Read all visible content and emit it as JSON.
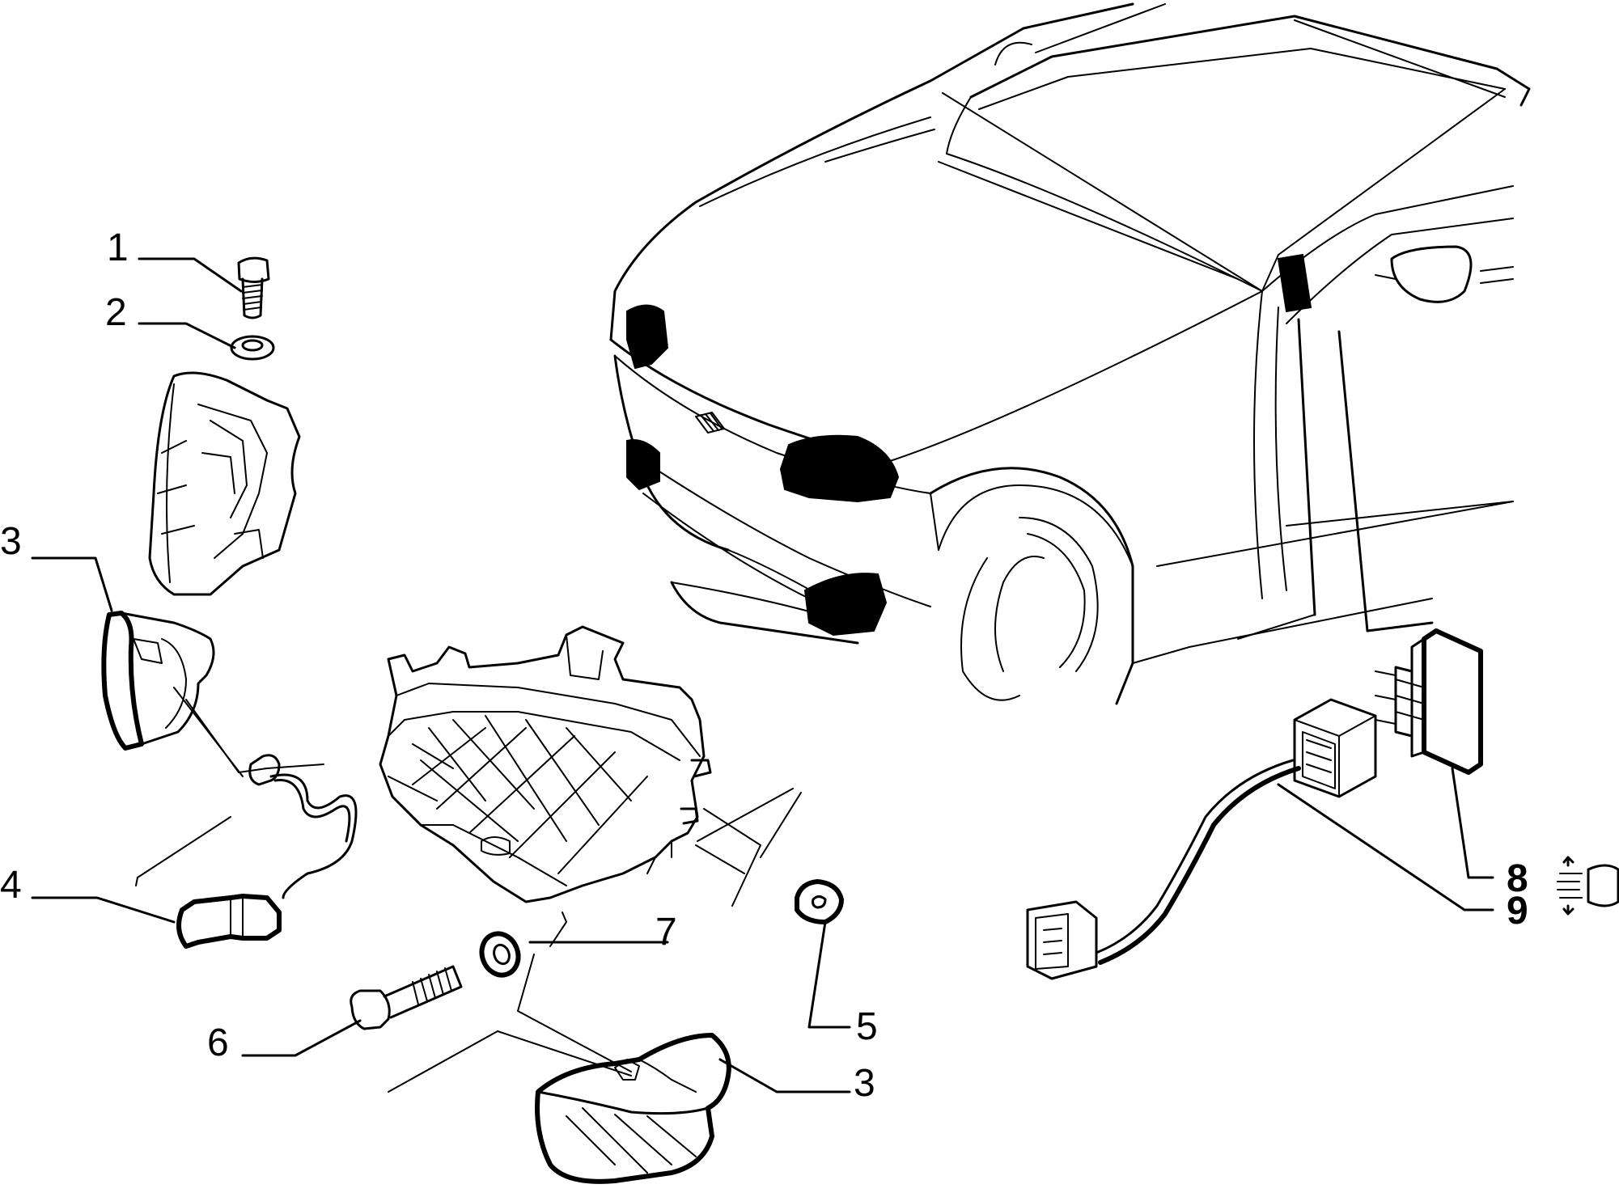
{
  "diagram": {
    "callouts": {
      "c1": "1",
      "c2": "2",
      "c3a": "3",
      "c3b": "3",
      "c4": "4",
      "c5": "5",
      "c6": "6",
      "c7": "7",
      "c8": "8",
      "c9": "9"
    },
    "symbols": {
      "headlamp_adjust": "headlamp-levelling-icon"
    }
  }
}
